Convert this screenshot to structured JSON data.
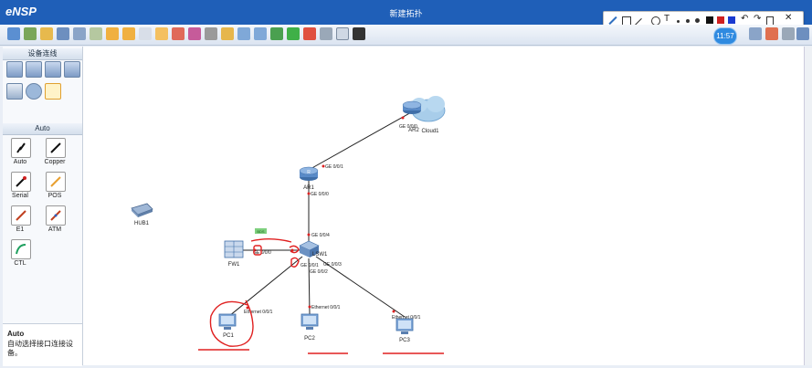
{
  "window": {
    "app_name": "eNSP",
    "title": "新建拓扑"
  },
  "recording": {
    "time": "11:57"
  },
  "sidebar": {
    "devices_header": "设备连线",
    "auto_header": "Auto",
    "connections": [
      {
        "label": "Auto",
        "icon": "auto-link-icon"
      },
      {
        "label": "Copper",
        "icon": "copper-cable-icon"
      },
      {
        "label": "Serial",
        "icon": "serial-cable-icon"
      },
      {
        "label": "POS",
        "icon": "pos-cable-icon"
      },
      {
        "label": "E1",
        "icon": "e1-cable-icon"
      },
      {
        "label": "ATM",
        "icon": "atm-cable-icon"
      },
      {
        "label": "CTL",
        "icon": "ctl-cable-icon"
      }
    ],
    "description_title": "Auto",
    "description_text": "自动选择接口连接设备。"
  },
  "topology": {
    "nodes": {
      "hub": "HUB1",
      "router2": "AR2",
      "cloud": "Cloud1",
      "router1": "AR1",
      "firewall": "FW1",
      "switch": "LSW1",
      "pc1": "PC1",
      "pc2": "PC2",
      "pc3": "PC3"
    },
    "ports": {
      "ar2_ge000": "GE 0/0/0",
      "ar1_ge001": "GE 0/0/1",
      "ar1_ge000": "GE 0/0/0",
      "sw_ge004": "GE 0/0/4",
      "fw_ge000": "GE 0/0/0",
      "sw_ge001": "GE 0/0/1",
      "sw_ge003": "GE 0/0/3",
      "sw_ge002": "GE 0/0/2",
      "pc1_eth": "Ethernet 0/0/1",
      "pc2_eth": "Ethernet 0/0/1",
      "pc3_eth": "Ethernet 0/0/1"
    },
    "annotation_tag": "BDS"
  },
  "colors": {
    "titlebar": "#1f5fb8",
    "link": "#222222",
    "annotation": "#e02020"
  }
}
